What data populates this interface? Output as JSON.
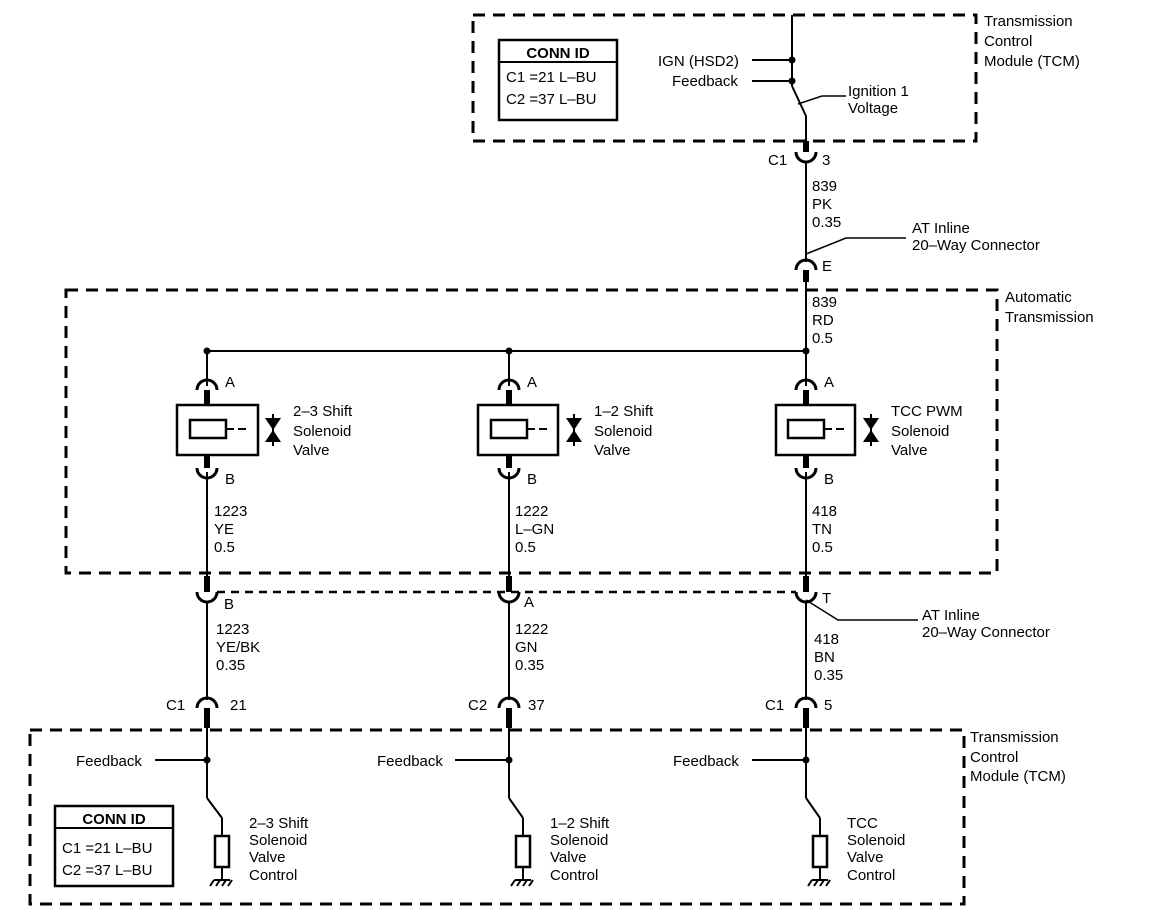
{
  "tcm_top": {
    "module_label": [
      "Transmission",
      "Control",
      "Module (TCM)"
    ],
    "conn_id": {
      "title": "CONN ID",
      "rows": [
        "C1 =21 L–BU",
        "C2 =37 L–BU"
      ]
    },
    "ign_label": "IGN (HSD2)",
    "feedback_label": "Feedback",
    "ignition_label": [
      "Ignition 1",
      "Voltage"
    ],
    "connector": {
      "name": "C1",
      "pin": "3"
    }
  },
  "wire_top": {
    "circuit": "839",
    "color": "PK",
    "gauge": "0.35"
  },
  "inline_top": {
    "label": [
      "AT Inline",
      "20–Way Connector"
    ],
    "pin": "E"
  },
  "automatic_transmission": {
    "label": [
      "Automatic",
      "Transmission"
    ],
    "supply_wire": {
      "circuit": "839",
      "color": "RD",
      "gauge": "0.5"
    },
    "solenoids": [
      {
        "name": [
          "2–3 Shift",
          "Solenoid",
          "Valve"
        ],
        "pin_top": "A",
        "pin_bottom": "B",
        "wire": {
          "circuit": "1223",
          "color": "YE",
          "gauge": "0.5"
        }
      },
      {
        "name": [
          "1–2 Shift",
          "Solenoid",
          "Valve"
        ],
        "pin_top": "A",
        "pin_bottom": "B",
        "wire": {
          "circuit": "1222",
          "color": "L–GN",
          "gauge": "0.5"
        }
      },
      {
        "name": [
          "TCC PWM",
          "Solenoid",
          "Valve"
        ],
        "pin_top": "A",
        "pin_bottom": "B",
        "wire": {
          "circuit": "418",
          "color": "TN",
          "gauge": "0.5"
        }
      }
    ]
  },
  "inline_bottom": {
    "label": [
      "AT Inline",
      "20–Way Connector"
    ],
    "pins": [
      "B",
      "A",
      "T"
    ],
    "wires": [
      {
        "circuit": "1223",
        "color": "YE/BK",
        "gauge": "0.35"
      },
      {
        "circuit": "1222",
        "color": "GN",
        "gauge": "0.35"
      },
      {
        "circuit": "418",
        "color": "BN",
        "gauge": "0.35"
      }
    ]
  },
  "tcm_bottom": {
    "module_label": [
      "Transmission",
      "Control",
      "Module (TCM)"
    ],
    "conn_id": {
      "title": "CONN ID",
      "rows": [
        "C1 =21 L–BU",
        "C2 =37 L–BU"
      ]
    },
    "connectors": [
      {
        "name": "C1",
        "pin": "21"
      },
      {
        "name": "C2",
        "pin": "37"
      },
      {
        "name": "C1",
        "pin": "5"
      }
    ],
    "feedback_label": "Feedback",
    "controls": [
      [
        "2–3 Shift",
        "Solenoid",
        "Valve",
        "Control"
      ],
      [
        "1–2 Shift",
        "Solenoid",
        "Valve",
        "Control"
      ],
      [
        "TCC",
        "Solenoid",
        "Valve",
        "Control"
      ]
    ]
  }
}
